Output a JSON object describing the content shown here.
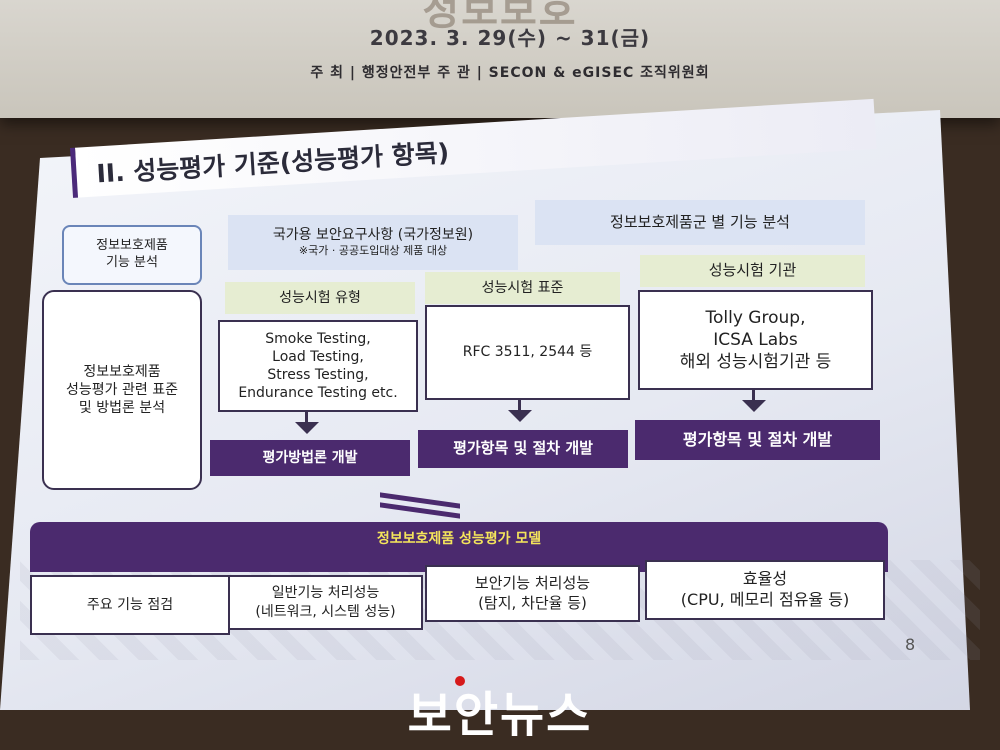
{
  "banner": {
    "date_line": "2023. 3. 29(수) ~ 31(금)",
    "host_line": "주 최 | 행정안전부     주 관 | SECON & eGISEC 조직위원회"
  },
  "slide": {
    "title": "II. 성능평가 기준(성능평가 항목)",
    "left_top_box": "정보보호제품\n기능 분석",
    "left_main_box": "정보보호제품\n성능평가 관련 표준\n및 방법론 분석",
    "national_req": {
      "label": "국가용 보안요구사항 (국가정보원)",
      "note": "※국가 · 공공도입대상 제품 대상"
    },
    "product_group": "정보보호제품군 별 기능 분석",
    "columns": [
      {
        "header": "성능시험 유형",
        "body": "Smoke Testing,\nLoad Testing,\nStress Testing,\nEndurance Testing etc.",
        "result": "평가방법론 개발"
      },
      {
        "header": "성능시험 표준",
        "body": "RFC 3511, 2544 등",
        "result": "평가항목 및 절차 개발"
      },
      {
        "header": "성능시험 기관",
        "body": "Tolly Group,\nICSA Labs\n해외 성능시험기관 등",
        "result": "평가항목 및 절차 개발"
      }
    ],
    "model_title": "정보보호제품 성능평가 모델",
    "model_items": [
      "주요 기능 점검",
      "일반기능 처리성능\n(네트워크, 시스템 성능)",
      "보안기능 처리성능\n(탐지, 차단율 등)",
      "효율성\n(CPU, 메모리 점유율 등)"
    ],
    "page_number": "8"
  },
  "logo": "보안뉴스"
}
